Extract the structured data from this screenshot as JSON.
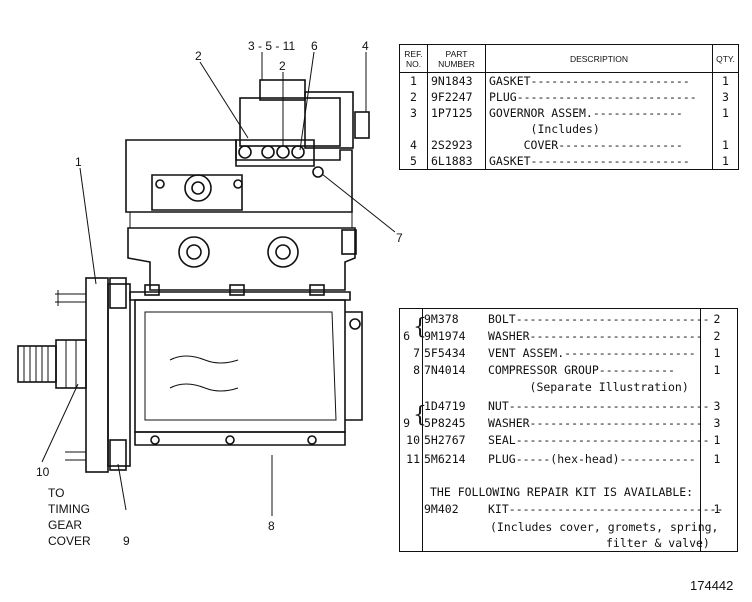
{
  "callouts": {
    "c2a": "2",
    "c3511": "3 - 5 - 11",
    "c6": "6",
    "c2b": "2",
    "c4": "4",
    "c1": "1",
    "c7": "7",
    "c10": "10",
    "c9": "9",
    "c8": "8"
  },
  "timing_label": [
    "TO",
    "TIMING",
    "GEAR",
    "COVER"
  ],
  "parts_table_top": {
    "headers": {
      "ref": "REF. NO.",
      "part": "PART NUMBER",
      "desc": "DESCRIPTION",
      "qty": "QTY."
    },
    "rows": [
      {
        "ref": "1",
        "part": "9N1843",
        "desc": "GASKET-----------------------",
        "qty": "1"
      },
      {
        "ref": "2",
        "part": "9F2247",
        "desc": "PLUG--------------------------",
        "qty": "3"
      },
      {
        "ref": "3",
        "part": "1P7125",
        "desc": "GOVERNOR ASSEM.-------------",
        "qty": "1"
      },
      {
        "ref": "",
        "part": "",
        "desc": "      (Includes)",
        "qty": ""
      },
      {
        "ref": "4",
        "part": "2S2923",
        "desc": "     COVER------------------",
        "qty": "1"
      },
      {
        "ref": "5",
        "part": "6L1883",
        "desc": "GASKET-----------------------",
        "qty": "1"
      }
    ]
  },
  "parts_table_bottom": {
    "rows": [
      {
        "ref": "",
        "part": "9M378",
        "desc": "BOLT----------------------------",
        "qty": "2"
      },
      {
        "ref": "6",
        "part": "9M1974",
        "desc": "WASHER-------------------------",
        "qty": "2"
      },
      {
        "ref": "7",
        "part": "5F5434",
        "desc": "VENT ASSEM.-------------------",
        "qty": "1"
      },
      {
        "ref": "8",
        "part": "7N4014",
        "desc": "COMPRESSOR GROUP-----------",
        "qty": "1"
      },
      {
        "ref": "",
        "part": "",
        "desc": "      (Separate Illustration)",
        "qty": ""
      },
      {
        "ref": "",
        "part": "1D4719",
        "desc": "NUT-----------------------------",
        "qty": "3"
      },
      {
        "ref": "9",
        "part": "5P8245",
        "desc": "WASHER-------------------------",
        "qty": "3"
      },
      {
        "ref": "10",
        "part": "5H2767",
        "desc": "SEAL----------------------------",
        "qty": "1"
      },
      {
        "ref": "11",
        "part": "5M6214",
        "desc": "PLUG-----(hex-head)-----------",
        "qty": "1"
      }
    ],
    "kit_heading": "THE FOLLOWING REPAIR KIT IS AVAILABLE:",
    "kit": {
      "part": "9M402",
      "desc": "KIT-------------------------------",
      "qty": "1"
    },
    "kit_note1": "(Includes cover, gromets, spring,",
    "kit_note2": "filter & valve)"
  },
  "figure_number": "174442"
}
